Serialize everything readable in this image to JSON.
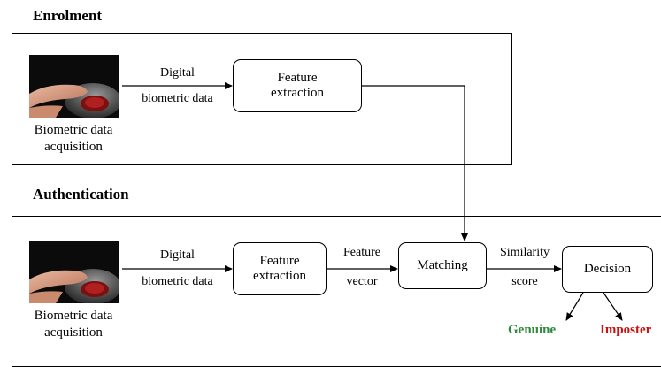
{
  "enrolment": {
    "heading": "Enrolment",
    "acquisition_caption": "Biometric data\nacquisition",
    "arrow_label_top": "Digital",
    "arrow_label_bottom": "biometric data",
    "feature_box": "Feature\nextraction"
  },
  "authentication": {
    "heading": "Authentication",
    "acquisition_caption": "Biometric data\nacquisition",
    "arrow1_label_top": "Digital",
    "arrow1_label_bottom": "biometric data",
    "feature_box": "Feature\nextraction",
    "arrow2_label_top": "Feature",
    "arrow2_label_bottom": "vector",
    "matching_box": "Matching",
    "arrow3_label_top": "Similarity",
    "arrow3_label_bottom": "score",
    "decision_box": "Decision",
    "outcome_genuine": "Genuine",
    "outcome_imposter": "Imposter"
  },
  "colors": {
    "genuine": "#2e8b3a",
    "imposter": "#cc1111"
  },
  "icons": [
    "fingerprint-scanner-photo"
  ]
}
